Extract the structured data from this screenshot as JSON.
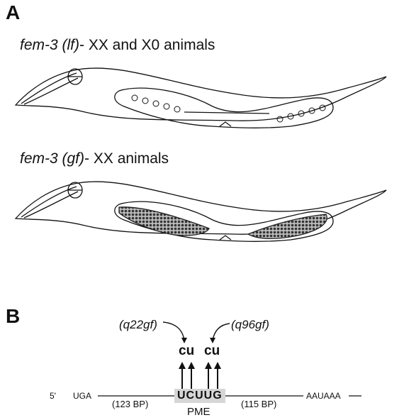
{
  "panel_a": {
    "letter": "A",
    "worm1": {
      "gene": "fem-3 (lf)",
      "label": "- XX and X0 animals"
    },
    "worm2": {
      "gene": "fem-3 (gf)",
      "label": "- XX animals"
    }
  },
  "panel_b": {
    "letter": "B",
    "mutation_left": "(q22gf)",
    "mutation_right": "(q96gf)",
    "substitutions": [
      "cu",
      "cu"
    ],
    "five_prime": "5'",
    "stop_codon": "UGA",
    "pme_sequence": "UCUUG",
    "pme_label": "PME",
    "left_spacing": "(123 BP)",
    "right_spacing": "(115 BP)",
    "polya_signal": "AAUAAA"
  }
}
